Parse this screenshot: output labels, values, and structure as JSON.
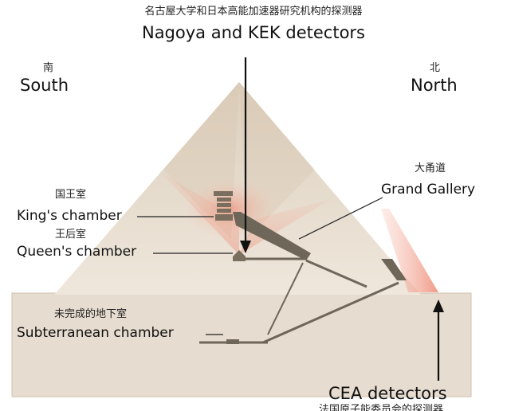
{
  "title": {
    "cn": "名古屋大学和日本高能加速器研究机构的探测器",
    "en": "Nagoya and KEK detectors"
  },
  "directions": {
    "south_cn": "南",
    "south_en": "South",
    "north_cn": "北",
    "north_en": "North"
  },
  "labels": {
    "grand_gallery_cn": "大甬道",
    "grand_gallery_en": "Grand Gallery",
    "kings_chamber_cn": "国王室",
    "kings_chamber_en": "King's chamber",
    "queens_chamber_cn": "王后室",
    "queens_chamber_en": "Queen's chamber",
    "subterranean_cn": "未完成的地下室",
    "subterranean_en": "Subterranean chamber",
    "cea_en": "CEA detectors",
    "cea_cn": "法国原子能委员会的探测器"
  },
  "colors": {
    "pyramid_light": "#ebe2d5",
    "pyramid_shade": "#d8c9b2",
    "ground": "#e5dbcd",
    "passage": "#6e6659",
    "muon_glow": "#f2a48e",
    "arrow": "#111111"
  }
}
